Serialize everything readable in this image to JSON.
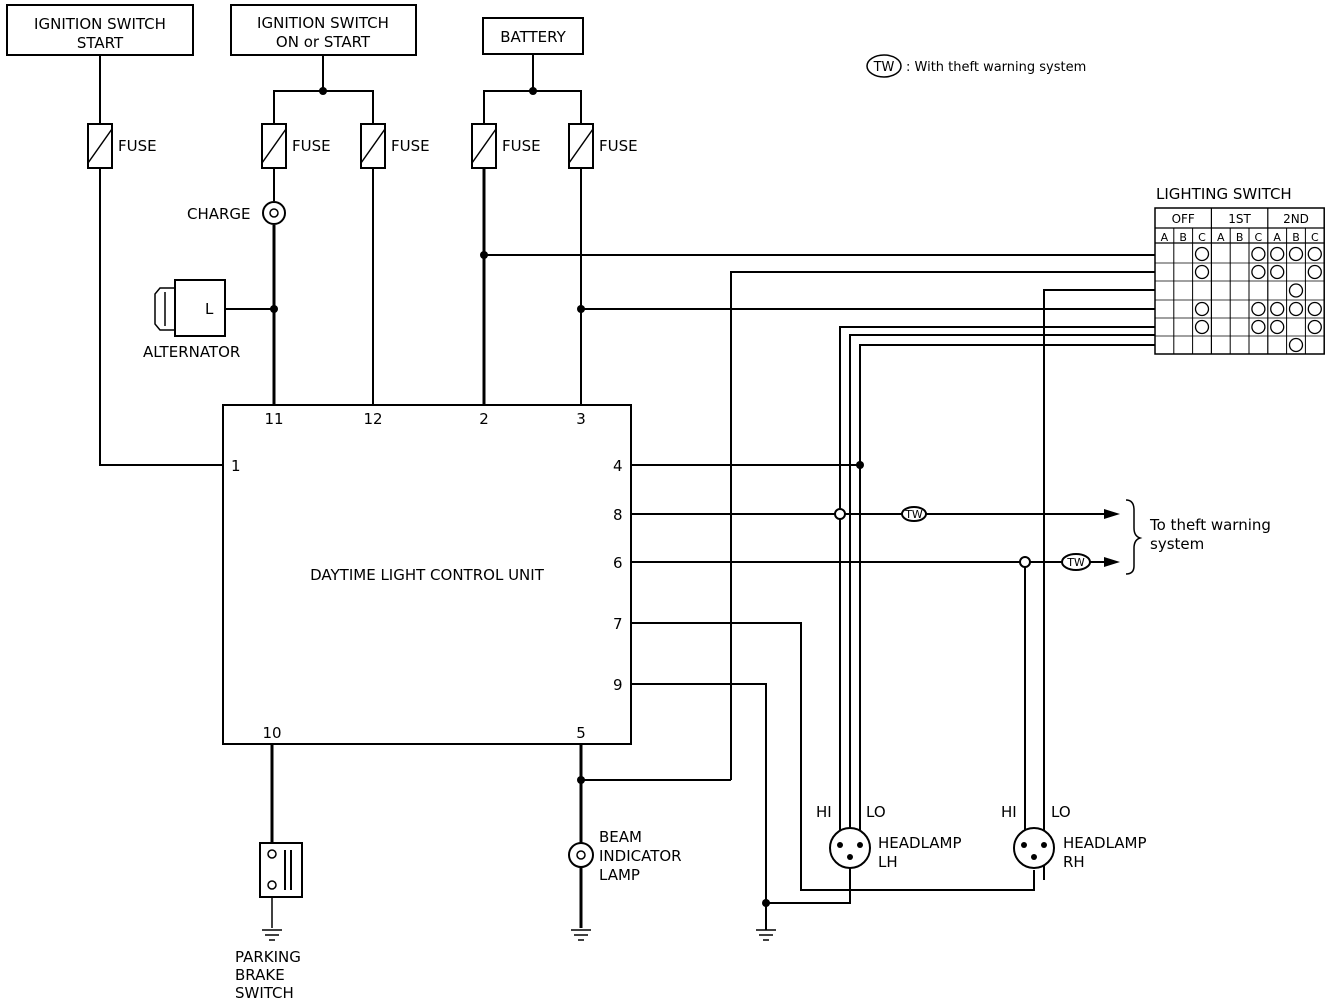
{
  "sources": {
    "ign_start": [
      "IGNITION SWITCH",
      "START"
    ],
    "ign_on": [
      "IGNITION SWITCH",
      "ON or START"
    ],
    "battery": "BATTERY"
  },
  "legend": {
    "symbol": "TW",
    "text": ": With theft warning system"
  },
  "fuse_label": "FUSE",
  "charge_label": "CHARGE",
  "alternator": {
    "label": "ALTERNATOR",
    "terminal": "L"
  },
  "unit": {
    "name": "DAYTIME LIGHT CONTROL UNIT",
    "pins": {
      "p1": "1",
      "p11": "11",
      "p12": "12",
      "p2": "2",
      "p3": "3",
      "p4": "4",
      "p8": "8",
      "p6": "6",
      "p7": "7",
      "p9": "9",
      "p10": "10",
      "p5": "5"
    }
  },
  "lighting_switch": {
    "title": "LIGHTING SWITCH",
    "positions": [
      "OFF",
      "1ST",
      "2ND"
    ],
    "columns": [
      "A",
      "B",
      "C",
      "A",
      "B",
      "C",
      "A",
      "B",
      "C"
    ],
    "marks": [
      [
        false,
        false,
        true,
        false,
        false,
        true,
        true,
        true,
        true
      ],
      [
        false,
        false,
        true,
        false,
        false,
        true,
        true,
        false,
        true
      ],
      [
        false,
        false,
        false,
        false,
        false,
        false,
        false,
        true,
        false
      ],
      [
        false,
        false,
        true,
        false,
        false,
        true,
        true,
        true,
        true
      ],
      [
        false,
        false,
        true,
        false,
        false,
        true,
        true,
        false,
        true
      ],
      [
        false,
        false,
        false,
        false,
        false,
        false,
        false,
        true,
        false
      ]
    ]
  },
  "theft_warning": [
    "To theft warning",
    "system"
  ],
  "tw_tag": "TW",
  "headlamp_lh": {
    "hi": "HI",
    "lo": "LO",
    "name": [
      "HEADLAMP",
      "LH"
    ]
  },
  "headlamp_rh": {
    "hi": "HI",
    "lo": "LO",
    "name": [
      "HEADLAMP",
      "RH"
    ]
  },
  "beam_indicator": [
    "BEAM",
    "INDICATOR",
    "LAMP"
  ],
  "parking_brake": [
    "PARKING",
    "BRAKE",
    "SWITCH"
  ]
}
